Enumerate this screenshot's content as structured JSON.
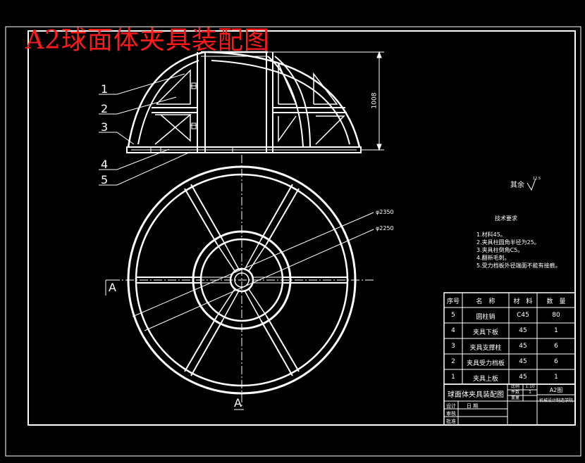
{
  "header": {
    "title": "A2球面体夹具装配图"
  },
  "callouts": [
    "1",
    "2",
    "3",
    "4",
    "5"
  ],
  "dimensions": {
    "height": "1008",
    "dia_outer": "φ2350",
    "dia_inner": "φ2250"
  },
  "section": {
    "left": "A",
    "bottom": "A"
  },
  "surface_finish": {
    "label": "其余",
    "value": "12.5"
  },
  "notes": {
    "title": "技术要求",
    "items": [
      "1.材料45。",
      "2.夹具柱圆角半径为25。",
      "3.夹具柱倒角C5。",
      "4.翻新毛刺。",
      "5.受力档板外径端面不能有接痕。"
    ]
  },
  "bom": {
    "headers": [
      "序号",
      "名　称",
      "材　料",
      "数　量"
    ],
    "rows": [
      {
        "no": "5",
        "name": "圆柱销",
        "material": "C45",
        "qty": "80"
      },
      {
        "no": "4",
        "name": "夹具下板",
        "material": "45",
        "qty": "1"
      },
      {
        "no": "3",
        "name": "夹具支撑柱",
        "material": "45",
        "qty": "6"
      },
      {
        "no": "2",
        "name": "夹具受力档板",
        "material": "45",
        "qty": "6"
      },
      {
        "no": "1",
        "name": "夹具上板",
        "material": "45",
        "qty": "1"
      }
    ]
  },
  "title_block": {
    "drawing_name": "球面体夹具装配图",
    "scale_label": "比例",
    "scale": "1:10",
    "count_label": "件数",
    "count": "1",
    "weight_label": "重量",
    "code": "A2图",
    "designer": "设计",
    "checker": "审核",
    "approver": "批准",
    "date_label": "日 期",
    "institution": "机械设计制造学院"
  },
  "colors": {
    "background": "#000000",
    "line": "#ffffff",
    "title": "#ff1a1a"
  }
}
